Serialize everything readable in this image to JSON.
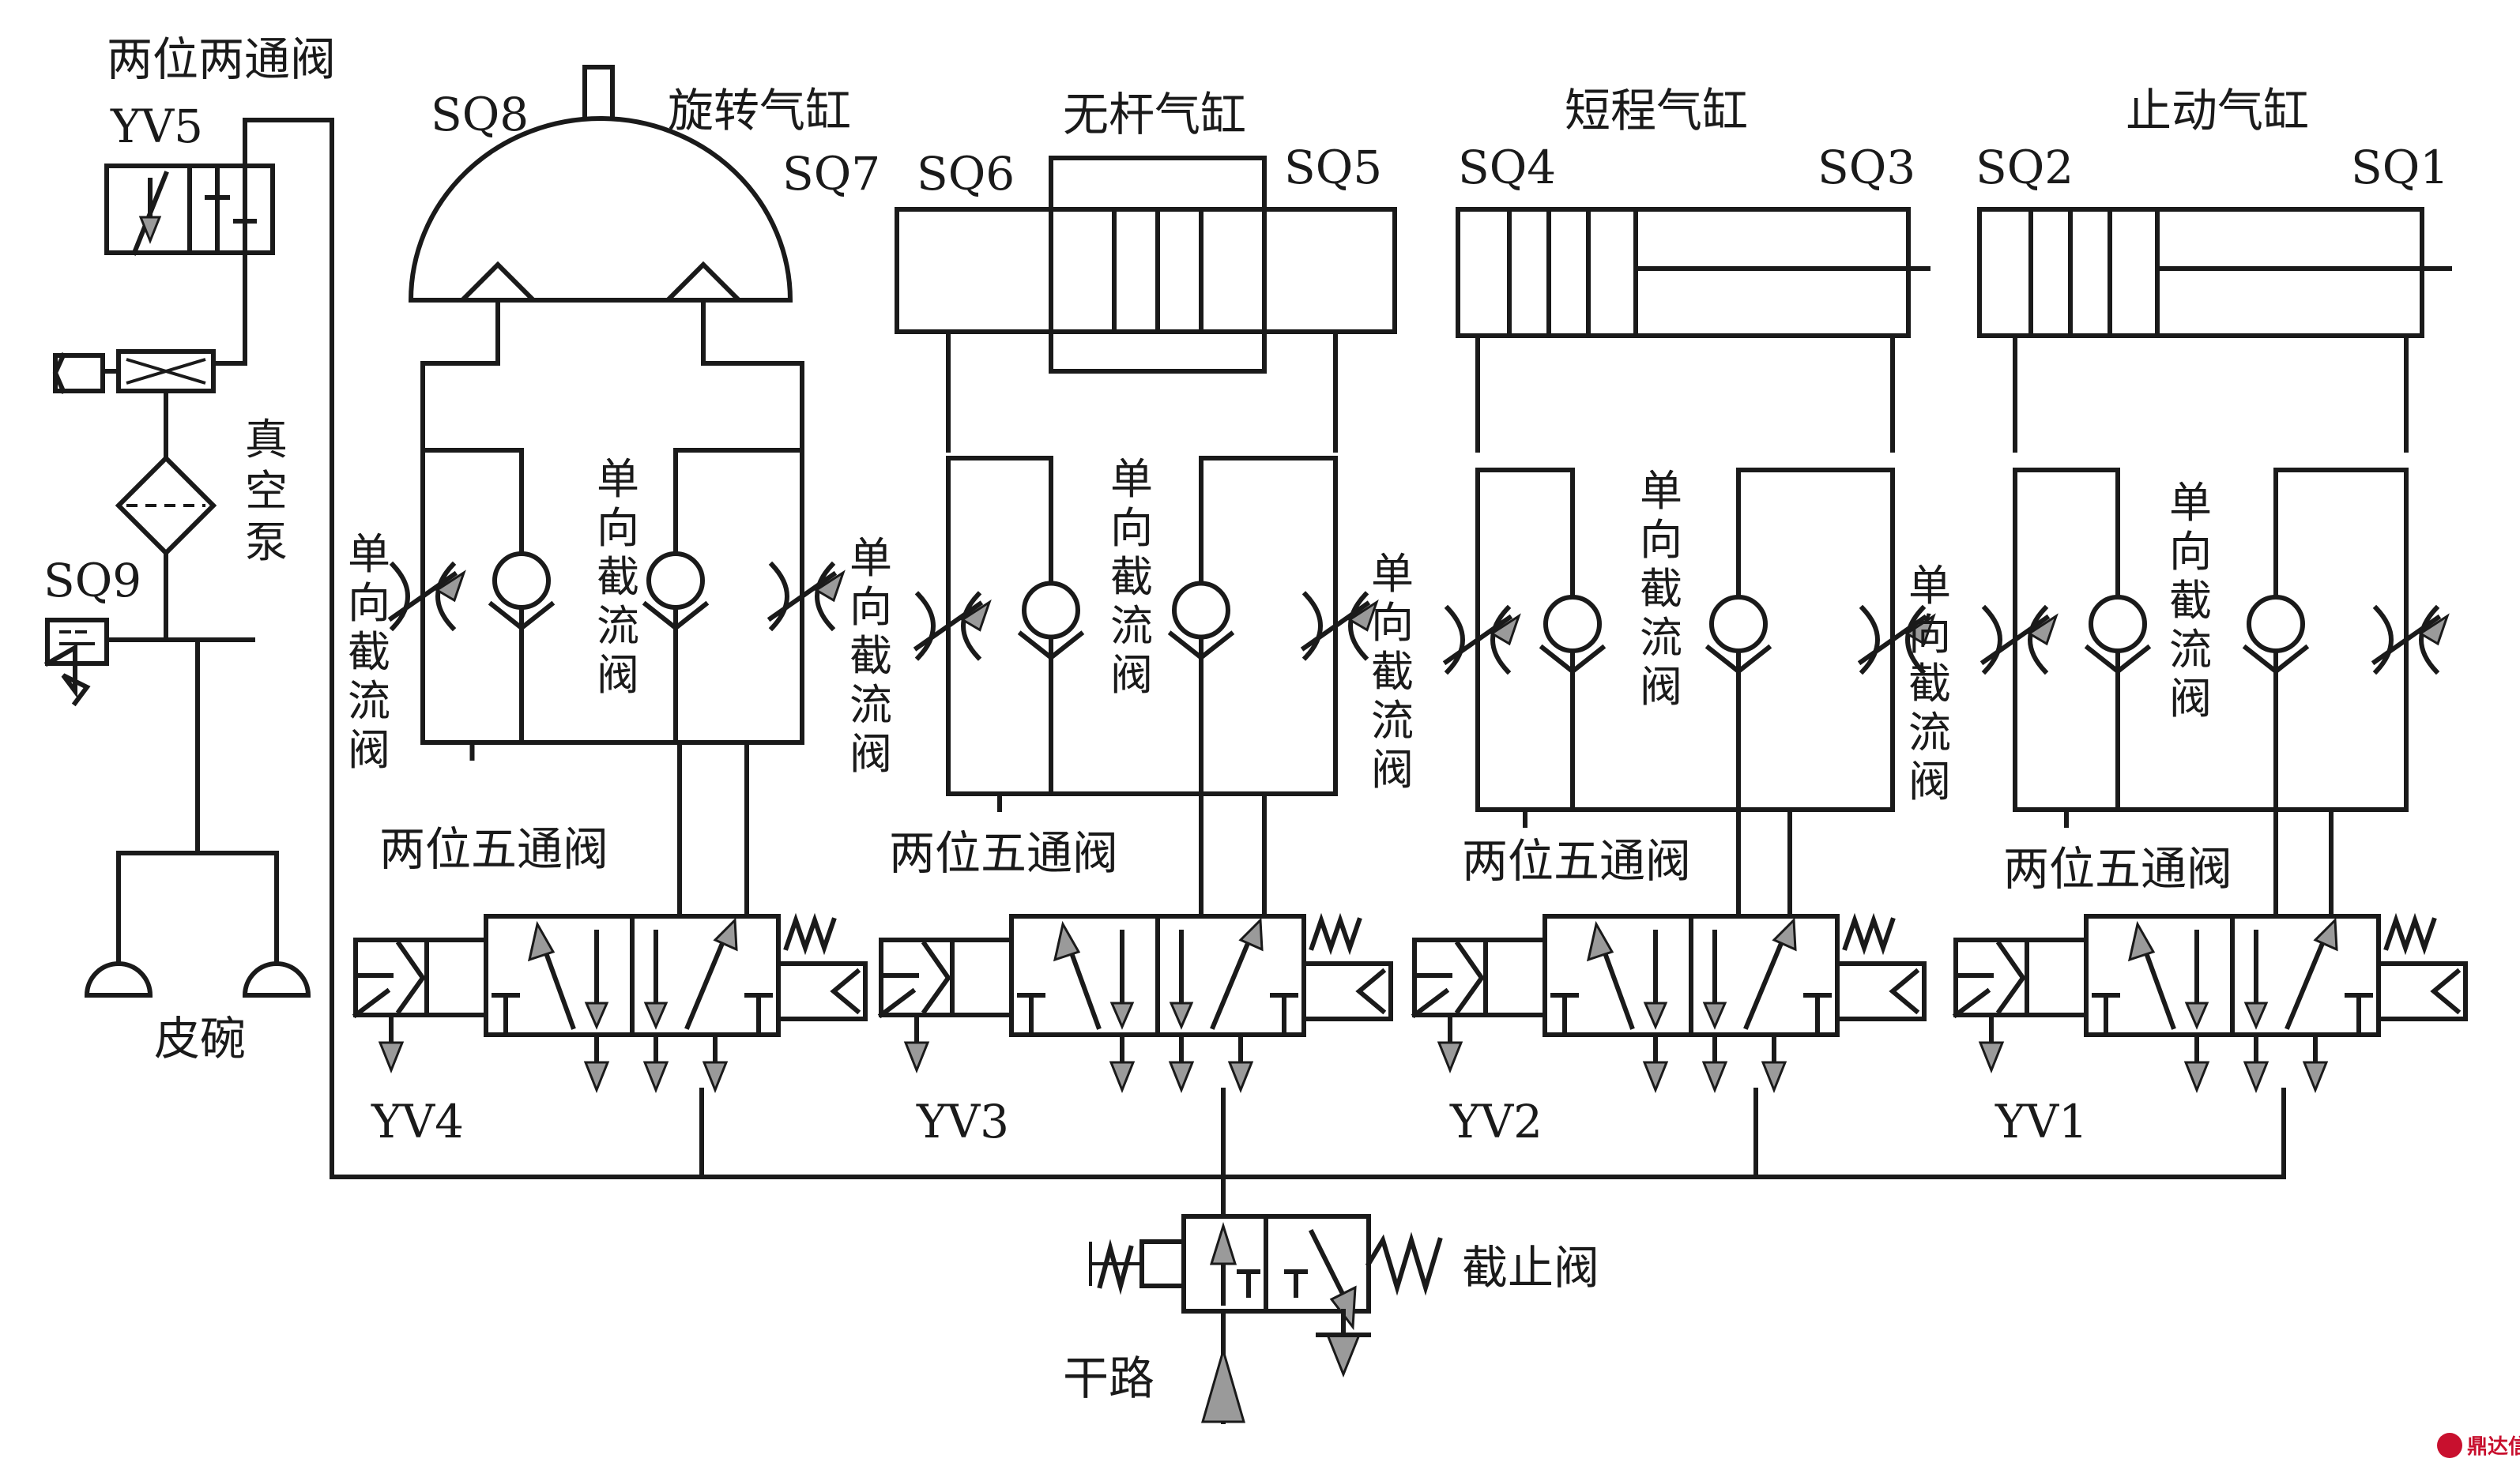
{
  "labels": {
    "two_way_valve": "两位两通阀",
    "yv5": "YV5",
    "sq8": "SQ8",
    "rotary_cylinder": "旋转气缸",
    "sq7": "SQ7",
    "rodless_cylinder": "无杆气缸",
    "sq6": "SQ6",
    "sq5": "SQ5",
    "short_cylinder": "短程气缸",
    "sq4": "SQ4",
    "sq3": "SQ3",
    "stop_cylinder": "止动气缸",
    "sq2": "SQ2",
    "sq1": "SQ1",
    "vacuum_pump": "真空泵",
    "sq9": "SQ9",
    "suction_cup": "皮碗",
    "yv4": "YV4",
    "yv3": "YV3",
    "yv2": "YV2",
    "yv1": "YV1",
    "five_way_valve": "两位五通阀",
    "check_throttle": "单向截流阀",
    "stop_valve": "截止阀",
    "main_line": "干路",
    "watermark": "鼎达信"
  },
  "colors": {
    "line": "#1a1a1a",
    "fill_arrow": "#9a9a9a",
    "watermark": "#c8102e"
  }
}
